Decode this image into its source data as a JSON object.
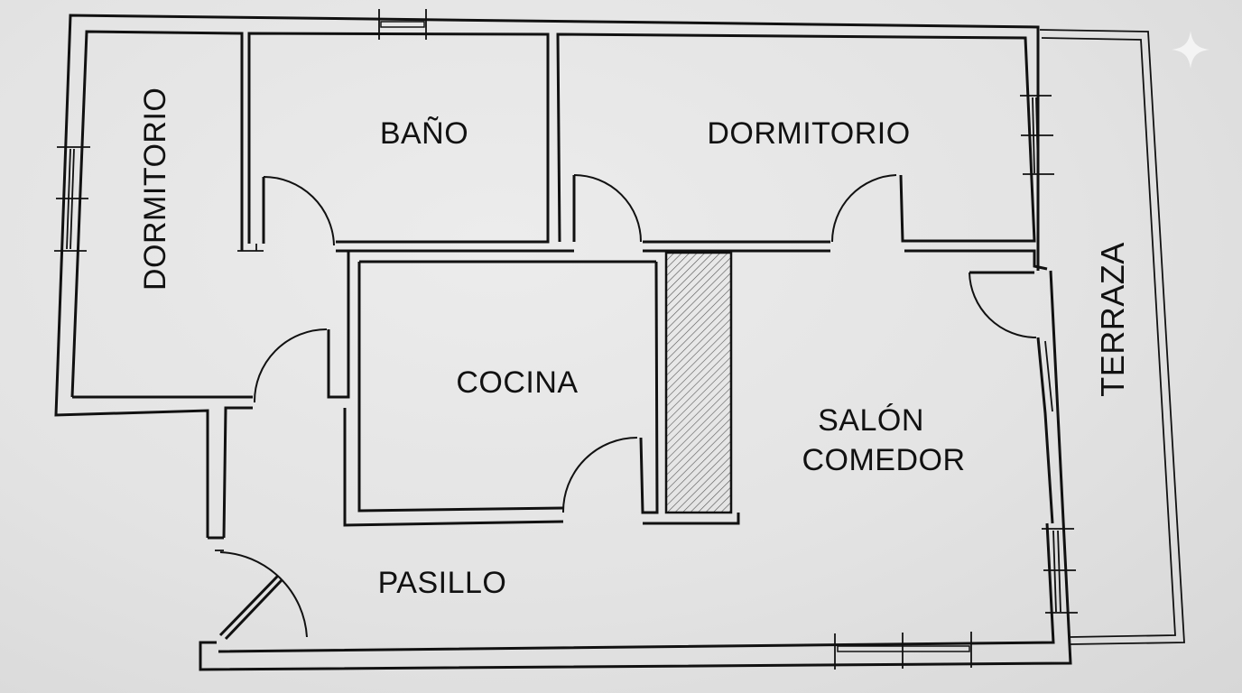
{
  "plan": {
    "type": "floor-plan",
    "rooms": [
      {
        "id": "dormitorio_left",
        "label": "DORMITORIO",
        "orientation": "vertical"
      },
      {
        "id": "bano",
        "label": "BAÑO",
        "orientation": "horizontal"
      },
      {
        "id": "dormitorio_right",
        "label": "DORMITORIO",
        "orientation": "horizontal"
      },
      {
        "id": "cocina",
        "label": "COCINA",
        "orientation": "horizontal"
      },
      {
        "id": "salon_comedor",
        "label_line1": "SALÓN",
        "label_line2": "COMEDOR",
        "orientation": "horizontal"
      },
      {
        "id": "pasillo",
        "label": "PASILLO",
        "orientation": "horizontal"
      },
      {
        "id": "terraza",
        "label": "TERRAZA",
        "orientation": "vertical"
      }
    ],
    "colors": {
      "line": "#111111",
      "paper": "#e4e4e4",
      "hatch": "#555555"
    },
    "watermark_icon": "sparkle-icon"
  }
}
